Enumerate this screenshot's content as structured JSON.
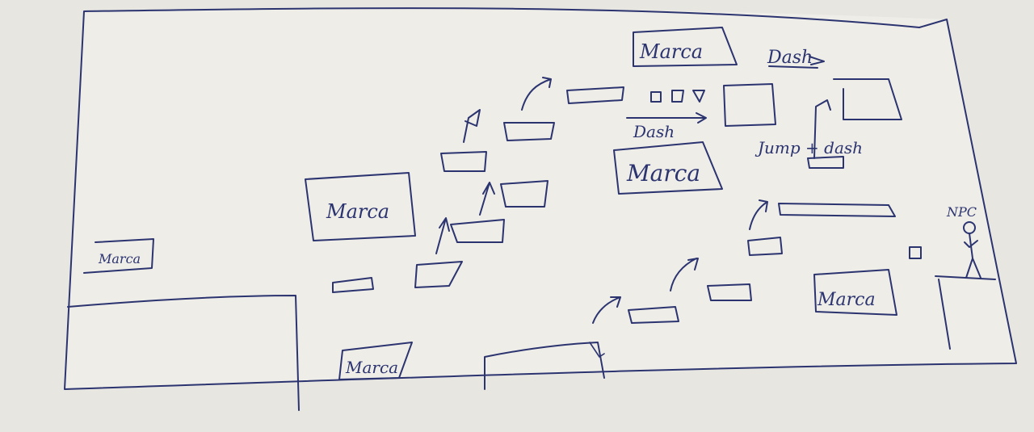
{
  "level": {
    "labels": {
      "marca": "Marca",
      "dash_top": "Dash",
      "dash_mid": "Dash",
      "jump_dash": "Jump + dash",
      "npc": "NPC"
    }
  },
  "colors": {
    "paper": "#e9e8e3",
    "sheet": "#eeede8",
    "ink": "#2c3470"
  }
}
